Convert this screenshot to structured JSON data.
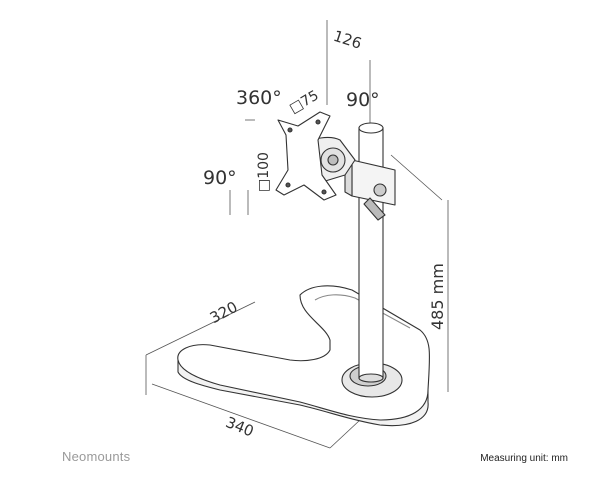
{
  "labels": {
    "depth_offset": "126",
    "rotation": "360°",
    "vesa_small": "□75",
    "tilt_right": "90°",
    "tilt_left": "90°",
    "vesa_large": "□100",
    "height": "485 mm",
    "base_depth": "320",
    "base_width": "340"
  },
  "footer": {
    "brand": "Neomounts",
    "unit_note": "Measuring unit: mm"
  },
  "colors": {
    "line": "#333333",
    "dim_line": "#555555",
    "brand": "#9a9a9a"
  }
}
